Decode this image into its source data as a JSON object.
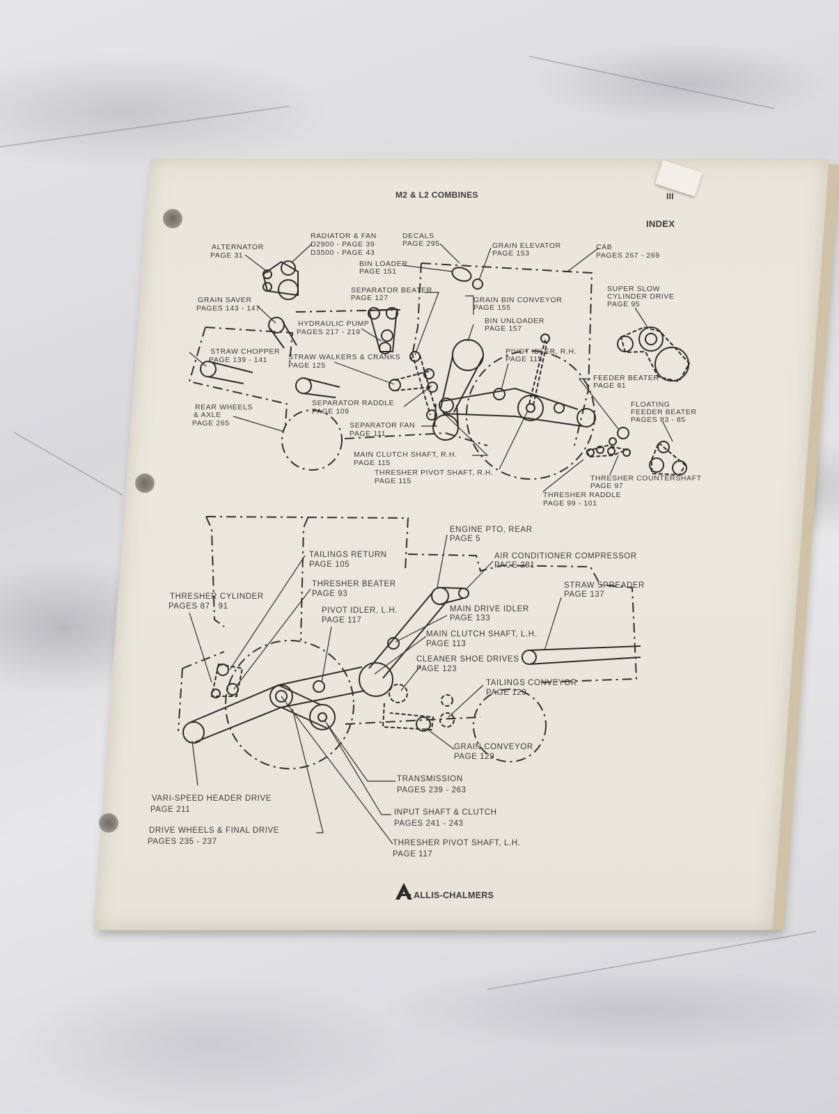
{
  "document": {
    "header_title": "M2 & L2 COMBINES",
    "page_number": "III",
    "section": "INDEX",
    "brand": "ALLIS-CHALMERS",
    "brand_icon": "allis-chalmers-logo-icon"
  },
  "upper_diagram": {
    "labels": [
      {
        "id": "alternator",
        "text": "ALTERNATOR",
        "page": "PAGE 31"
      },
      {
        "id": "radiator-fan",
        "text": "RADIATOR & FAN",
        "page": "D2900 - PAGE 39",
        "page2": "D3500 - PAGE 43"
      },
      {
        "id": "decals",
        "text": "DECALS",
        "page": "PAGE 295"
      },
      {
        "id": "grain-elevator",
        "text": "GRAIN ELEVATOR",
        "page": "PAGE 153"
      },
      {
        "id": "cab",
        "text": "CAB",
        "page": "PAGES 267 - 269"
      },
      {
        "id": "bin-loader",
        "text": "BIN LOADER",
        "page": "PAGE 151"
      },
      {
        "id": "separator-beater",
        "text": "SEPARATOR BEATER",
        "page": "PAGE 127"
      },
      {
        "id": "grain-bin-conveyor",
        "text": "GRAIN BIN CONVEYOR",
        "page": "PAGE 155"
      },
      {
        "id": "super-slow-cylinder-drive",
        "text": "SUPER SLOW",
        "text2": "CYLINDER DRIVE",
        "page": "PAGE 95"
      },
      {
        "id": "grain-saver",
        "text": "GRAIN SAVER",
        "page": "PAGES 143 - 147"
      },
      {
        "id": "hydraulic-pump",
        "text": "HYDRAULIC PUMP",
        "page": "PAGES 217 - 219"
      },
      {
        "id": "bin-unloader",
        "text": "BIN UNLOADER",
        "page": "PAGE 157"
      },
      {
        "id": "straw-chopper",
        "text": "STRAW CHOPPER",
        "page": "PAGE 139 - 141"
      },
      {
        "id": "straw-walkers-cranks",
        "text": "STRAW WALKERS & CRANKS",
        "page": "PAGE 125"
      },
      {
        "id": "pivot-idler-rh",
        "text": "PIVOT IDLER, R.H.",
        "page": "PAGE 115"
      },
      {
        "id": "feeder-beater",
        "text": "FEEDER BEATER",
        "page": "PAGE 81"
      },
      {
        "id": "rear-wheels-axle",
        "text": "REAR  WHEELS",
        "text2": "& AXLE",
        "page": "PAGE 265"
      },
      {
        "id": "separator-raddle",
        "text": "SEPARATOR RADDLE",
        "page": "PAGE 109"
      },
      {
        "id": "floating-feeder-beater",
        "text": "FLOATING",
        "text2": "FEEDER BEATER",
        "page": "PAGES 83 - 85"
      },
      {
        "id": "separator-fan",
        "text": "SEPARATOR FAN",
        "page": "PAGE 111"
      },
      {
        "id": "main-clutch-shaft-rh",
        "text": "MAIN CLUTCH SHAFT, R.H.",
        "page": "PAGE 115"
      },
      {
        "id": "thresher-pivot-shaft-rh",
        "text": "THRESHER PIVOT SHAFT, R.H.",
        "page": "PAGE 115"
      },
      {
        "id": "thresher-countershaft",
        "text": "THRESHER COUNTERSHAFT",
        "page": "PAGE 97"
      },
      {
        "id": "thresher-raddle",
        "text": "THRESHER RADDLE",
        "page": "PAGE 99 - 101"
      }
    ]
  },
  "lower_diagram": {
    "labels": [
      {
        "id": "engine-pto-rear",
        "text": "ENGINE PTO, REAR",
        "page": "PAGE 5"
      },
      {
        "id": "tailings-return",
        "text": "TAILINGS RETURN",
        "page": "PAGE 105"
      },
      {
        "id": "air-conditioner-compressor",
        "text": "AIR CONDITIONER COMPRESSOR",
        "page": "PAGE 281"
      },
      {
        "id": "thresher-beater",
        "text": "THRESHER BEATER",
        "page": "PAGE 93"
      },
      {
        "id": "straw-spreader",
        "text": "STRAW SPREADER",
        "page": "PAGE 137"
      },
      {
        "id": "thresher-cylinder",
        "text": "THRESHER CYLINDER",
        "page": "PAGES 87 - 91"
      },
      {
        "id": "main-drive-idler",
        "text": "MAIN DRIVE IDLER",
        "page": "PAGE 133"
      },
      {
        "id": "pivot-idler-lh",
        "text": "PIVOT IDLER, L.H.",
        "page": "PAGE 117"
      },
      {
        "id": "main-clutch-shaft-lh",
        "text": "MAIN CLUTCH SHAFT, L.H.",
        "page": "PAGE 113"
      },
      {
        "id": "cleaner-shoe-drives",
        "text": "CLEANER SHOE DRIVES",
        "page": "PAGE 123"
      },
      {
        "id": "tailings-conveyor",
        "text": "TAILINGS CONVEYOR",
        "page": "PAGE 129"
      },
      {
        "id": "grain-conveyor",
        "text": "GRAIN CONVEYOR",
        "page": "PAGE 129"
      },
      {
        "id": "transmission",
        "text": "TRANSMISSION",
        "page": "PAGES 239 - 263"
      },
      {
        "id": "vari-speed-header-drive",
        "text": "VARI-SPEED HEADER DRIVE",
        "page": "PAGE 211"
      },
      {
        "id": "input-shaft-clutch",
        "text": "INPUT SHAFT & CLUTCH",
        "page": "PAGES 241 - 243"
      },
      {
        "id": "drive-wheels-final-drive",
        "text": "DRIVE WHEELS & FINAL DRIVE",
        "page": "PAGES 235 - 237"
      },
      {
        "id": "thresher-pivot-shaft-lh",
        "text": "THRESHER  PIVOT  SHAFT,  L.H.",
        "page": "PAGE  117"
      }
    ]
  }
}
